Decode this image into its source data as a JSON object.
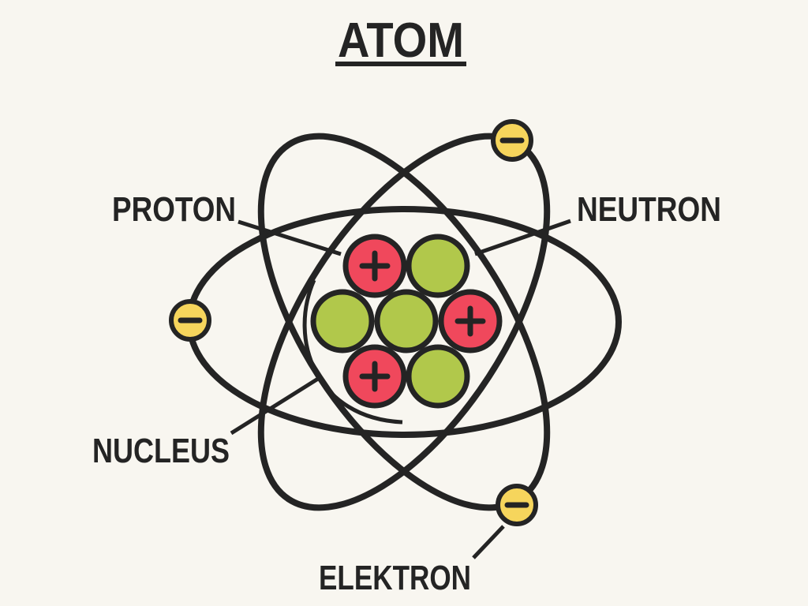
{
  "title": "ATOM",
  "labels": {
    "proton": "PROTON",
    "neutron": "NEUTRON",
    "nucleus": "NUCLEUS",
    "electron": "ELEKTRON"
  },
  "symbols": {
    "proton_charge": "+",
    "electron_charge": "−"
  },
  "colors": {
    "background": "#f8f6f0",
    "stroke": "#242424",
    "proton": "#f0485c",
    "neutron": "#b1c84b",
    "electron": "#f6d55c"
  },
  "nucleus": {
    "particles": [
      {
        "type": "proton"
      },
      {
        "type": "neutron"
      },
      {
        "type": "neutron"
      },
      {
        "type": "neutron"
      },
      {
        "type": "proton"
      },
      {
        "type": "proton"
      },
      {
        "type": "neutron"
      }
    ]
  },
  "electrons": 3,
  "orbits": 3
}
